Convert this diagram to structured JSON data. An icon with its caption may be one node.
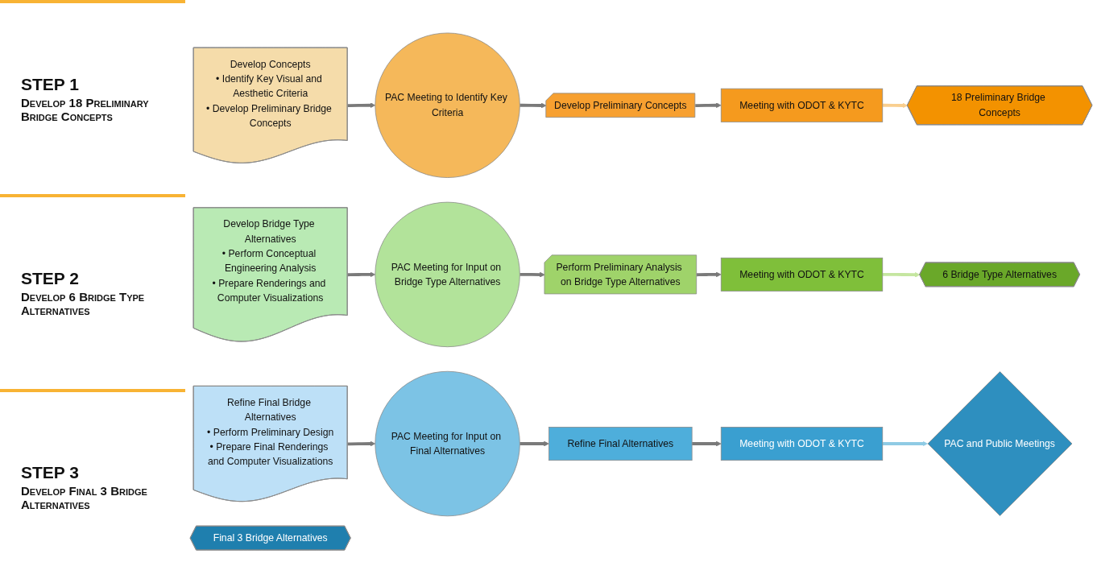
{
  "diagram": {
    "nodes": [
      {
        "text": [
          "Develop Concepts",
          "• Identify Key Visual and Aesthetic Criteria",
          "• Develop Preliminary Bridge Concepts"
        ]
      },
      {
        "text": [
          "PAC Meeting to Identify Key Criteria"
        ]
      },
      {
        "text": [
          "Develop Preliminary Concepts"
        ]
      },
      {
        "text": [
          "Meeting with ODOT & KYTC"
        ]
      },
      {
        "text": [
          "18 Preliminary Bridge Concepts"
        ]
      },
      {
        "text": [
          "Develop Bridge Type Alternatives",
          "• Perform Conceptual Engineering Analysis",
          "• Prepare Renderings and Computer Visualizations"
        ]
      },
      {
        "text": [
          "PAC Meeting for Input on Bridge Type Alternatives"
        ]
      },
      {
        "text": [
          "Perform Preliminary Analysis on Bridge Type Alternatives"
        ]
      },
      {
        "text": [
          "Meeting with ODOT & KYTC"
        ]
      },
      {
        "text": [
          "6 Bridge Type Alternatives"
        ]
      },
      {
        "text": [
          "Refine Final Bridge Alternatives",
          "• Perform Preliminary Design",
          "• Prepare Final Renderings and Computer Visualizations"
        ]
      },
      {
        "text": [
          "PAC Meeting for Input on Final Alternatives"
        ]
      },
      {
        "text": [
          "Refine Final Alternatives"
        ]
      },
      {
        "text": [
          "Meeting with ODOT & KYTC"
        ]
      },
      {
        "text": [
          "PAC and Public Meetings"
        ]
      },
      {
        "text": [
          "Final 3 Bridge Alternatives"
        ]
      }
    ],
    "edges": [
      {
        "from": 0,
        "to": 1,
        "arrow": "to"
      },
      {
        "from": 1,
        "to": 2,
        "arrow": "to"
      },
      {
        "from": 2,
        "to": 3,
        "arrow": "to"
      },
      {
        "from": 3,
        "to": 4,
        "arrow": "to",
        "color": "#f9cf8f"
      },
      {
        "from": 5,
        "to": 6,
        "arrow": "to"
      },
      {
        "from": 6,
        "to": 7,
        "arrow": "to"
      },
      {
        "from": 7,
        "to": 8,
        "arrow": "to"
      },
      {
        "from": 8,
        "to": 9,
        "arrow": "to",
        "color": "#c5e6a0"
      },
      {
        "from": 10,
        "to": 11,
        "arrow": "to"
      },
      {
        "from": 11,
        "to": 12,
        "arrow": "to"
      },
      {
        "from": 12,
        "to": 13,
        "arrow": "to"
      },
      {
        "from": 13,
        "to": 14,
        "arrow": "to",
        "color": "#8fcbe4"
      }
    ],
    "labels": [
      "STEP 1",
      "Develop 18 Preliminary Bridge Concepts",
      "STEP 2",
      "Develop 6 Bridge Type Alternatives",
      "STEP 3",
      "Develop Final 3 Bridge Alternatives"
    ]
  }
}
